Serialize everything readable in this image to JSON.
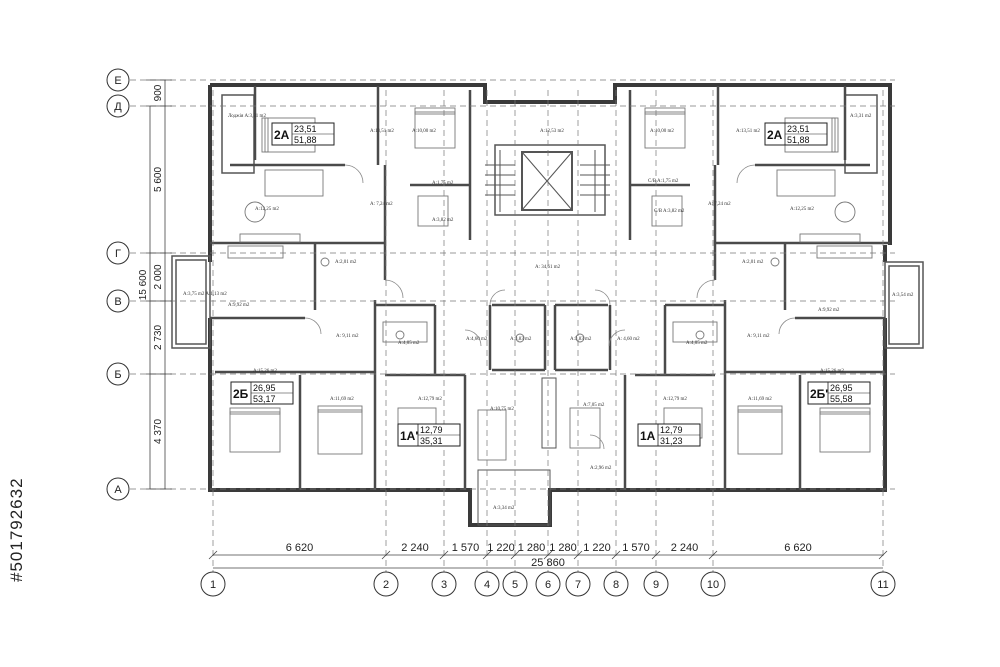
{
  "watermark_id": "#501792632",
  "row_axes": [
    "Е",
    "Д",
    "Г",
    "В",
    "Б",
    "А"
  ],
  "col_axes": [
    "1",
    "2",
    "3",
    "4",
    "5",
    "6",
    "7",
    "8",
    "9",
    "10",
    "11"
  ],
  "vertical_dims": [
    "900",
    "5 600",
    "2 000",
    "2 730",
    "4 370"
  ],
  "vertical_total": "15 600",
  "horizontal_dims": [
    "6 620",
    "2 240",
    "1 570",
    "1 220",
    "1 280",
    "1 280",
    "1 220",
    "1 570",
    "2 240",
    "6 620"
  ],
  "horizontal_total": "25 860",
  "apartments": [
    {
      "type": "2А",
      "living": "23,51",
      "total": "51,88"
    },
    {
      "type": "2А",
      "living": "23,51",
      "total": "51,88"
    },
    {
      "type": "2Б",
      "living": "26,95",
      "total": "53,17"
    },
    {
      "type": "2Б'",
      "living": "26,95",
      "total": "55,58"
    },
    {
      "type": "1А'",
      "living": "12,79",
      "total": "35,31"
    },
    {
      "type": "1А",
      "living": "12,79",
      "total": "31,23"
    }
  ],
  "room_labels": [
    "Лоджія A:3,31 m2",
    "A:13,51 m2",
    "A:10,00 m2",
    "A:12,53 m2",
    "A:10,00 m2",
    "A:13,51 m2",
    "A:3,31 m2",
    "A:1,75 m2",
    "C/B A:1,75 m2",
    "A:12,25 m2",
    "A: 7,24 m2",
    "A:3,82 m2",
    "C/B A:3,82 m2",
    "A: 7,24 m2",
    "A:12,25 m2",
    "A:2,01 m2",
    "A: 34,61 m2",
    "A:2,01 m2",
    "A:3,75 m2 A:1,13 m2",
    "A:9,92 m2",
    "A:9,92 m2",
    "A:3,54 m2",
    "A: 9,11 m2",
    "A:4,05 m2",
    "A:4,60 m2",
    "A:3,83 m2",
    "A:3,83 m2",
    "A: 4,60 m2",
    "A:4,05 m2",
    "A: 9,11 m2",
    "A:15,26 m2",
    "A:15,26 m2",
    "A:11,69 m2",
    "A:12,79 m2",
    "A:10,75 m2",
    "A:7,05 m2",
    "A:12,79 m2",
    "A:11,69 m2",
    "A:2,96 m2",
    "A:3,34 m2"
  ]
}
